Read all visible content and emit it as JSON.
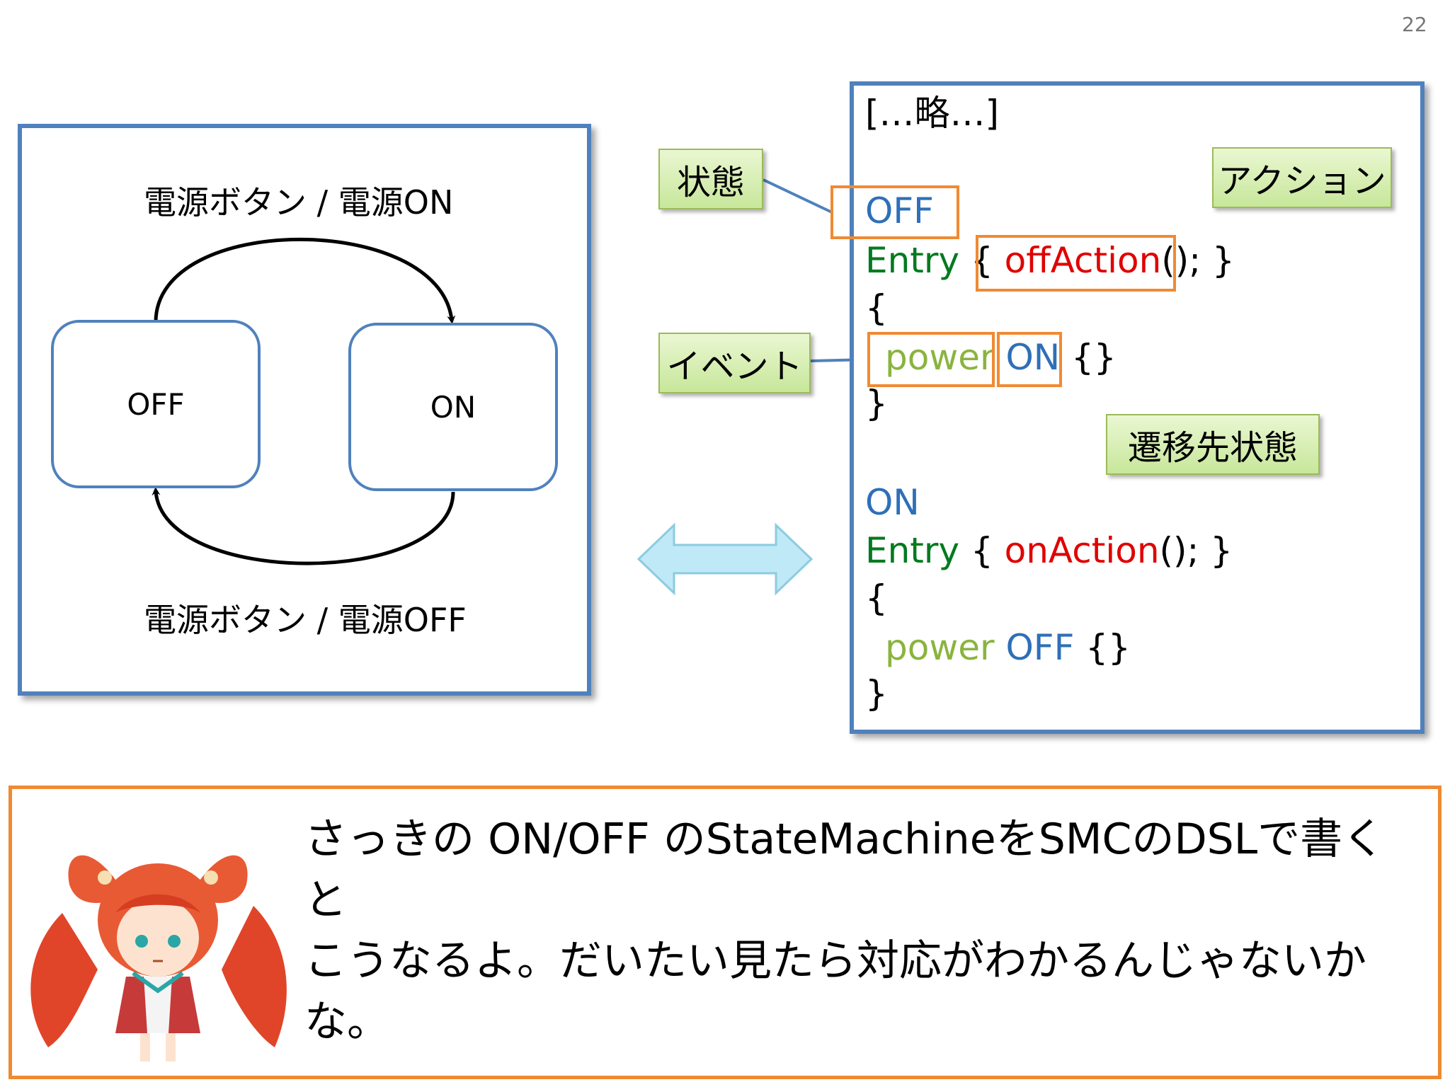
{
  "page_number": "22",
  "diagram": {
    "state_off": "OFF",
    "state_on": "ON",
    "transition_top": "電源ボタン / 電源ON",
    "transition_bottom": "電源ボタン / 電源OFF"
  },
  "code": {
    "line1": "[…略…]",
    "off_state": "OFF",
    "entry_keyword_1": "Entry",
    "entry_open_1": " { ",
    "off_action": "offAction",
    "entry_close_1": "(); }",
    "brace_open_1": "{",
    "event_1": "power",
    "target_1": "ON",
    "event_tail_1": " {}",
    "brace_close_1": "}",
    "on_state": "ON",
    "entry_keyword_2": "Entry",
    "entry_open_2": " { ",
    "on_action": "onAction",
    "entry_close_2": "(); }",
    "brace_open_2": "{",
    "event_2": "power",
    "target_2": "OFF",
    "event_tail_2": " {}",
    "brace_close_2": "}"
  },
  "callouts": {
    "state": "状態",
    "action": "アクション",
    "event": "イベント",
    "next_state": "遷移先状態"
  },
  "message": {
    "line1": "さっきの ON/OFF のStateMachineをSMCのDSLで書くと",
    "line2": "こうなるよ。だいたい見たら対応がわかるんじゃないか",
    "line3": "な。"
  }
}
